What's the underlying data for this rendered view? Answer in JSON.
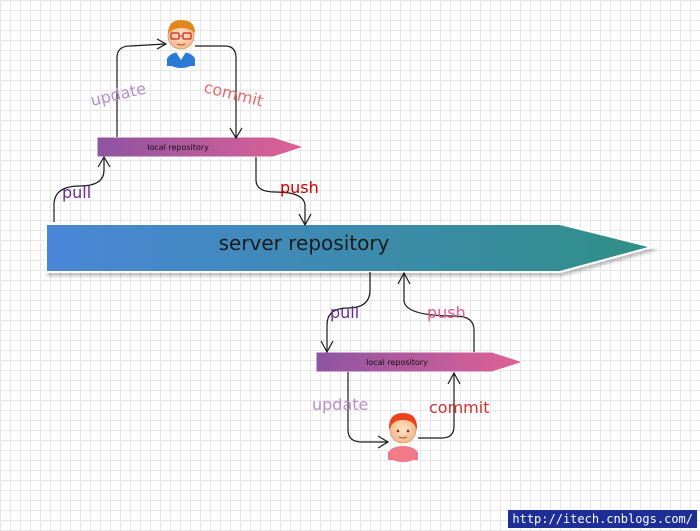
{
  "diagram": {
    "server_repository": "server repository",
    "top_local_repository": "local repository",
    "bottom_local_repository": "local repository",
    "top_labels": {
      "update": "update",
      "commit": "commit",
      "pull": "pull",
      "push": "push"
    },
    "bottom_labels": {
      "pull": "pull",
      "push": "push",
      "update": "update",
      "commit": "commit"
    }
  },
  "colors": {
    "server_gradient_start": "#4a86d8",
    "server_gradient_end": "#2f8f86",
    "local_gradient_start": "#8e54a3",
    "local_gradient_end": "#e06195",
    "pull_label": "#6b2a8c",
    "push_label": "#cc0000",
    "update_label": "#b48fc4",
    "commit_label": "#e06a6a",
    "bottom_push_label": "#e05a8f",
    "bottom_commit_label": "#cc3333"
  },
  "watermark": "http://itech.cnblogs.com/"
}
